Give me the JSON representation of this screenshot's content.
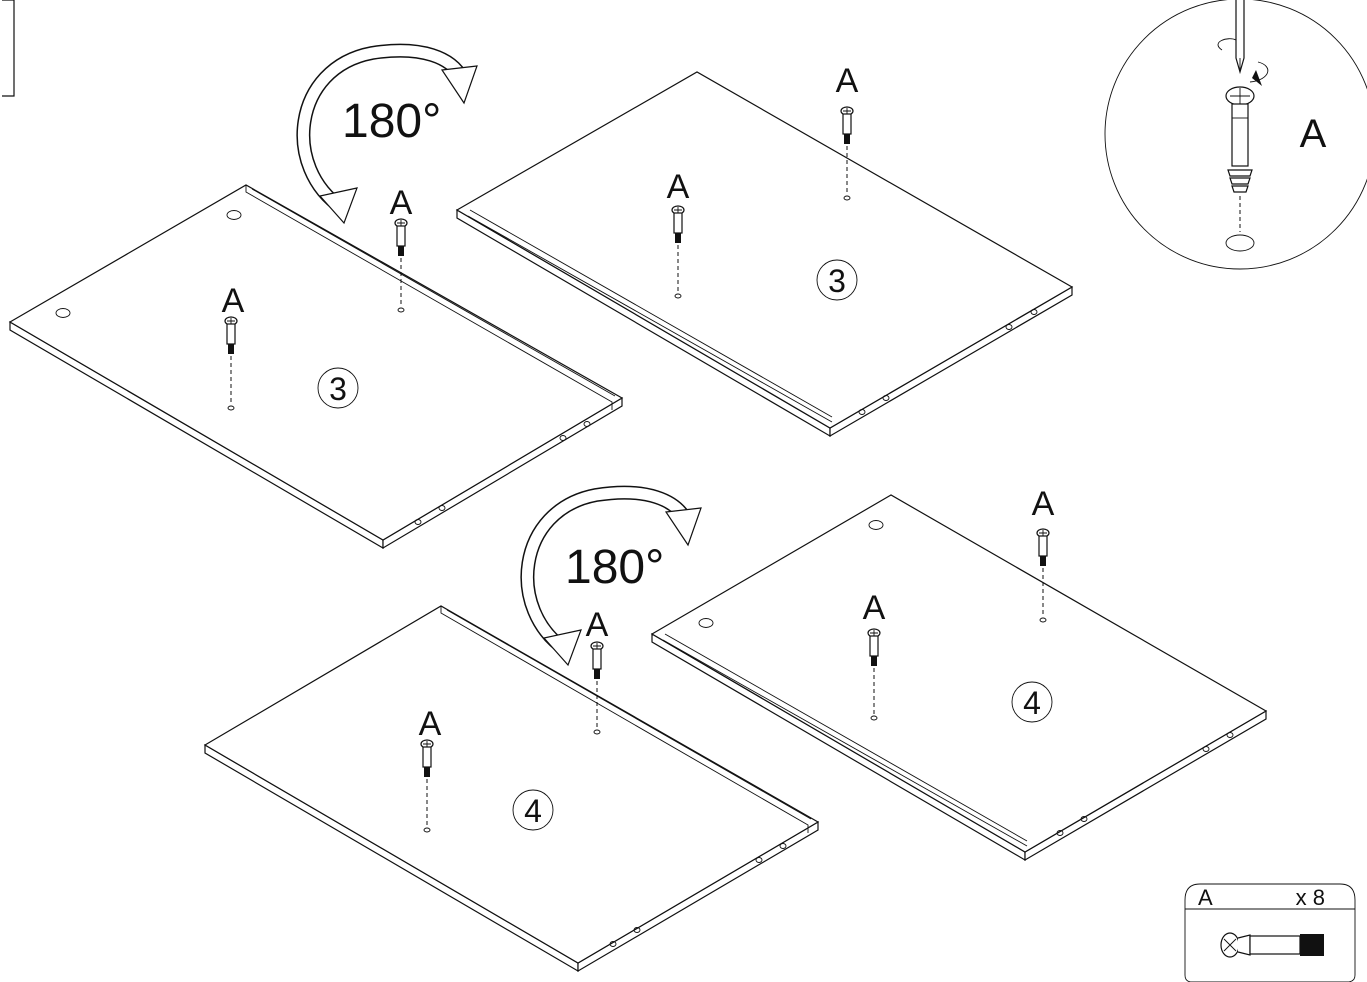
{
  "panels": [
    {
      "id": "panel-3-left",
      "number": "3",
      "part_label": "A"
    },
    {
      "id": "panel-3-right",
      "number": "3",
      "part_label": "A"
    },
    {
      "id": "panel-4-left",
      "number": "4",
      "part_label": "A"
    },
    {
      "id": "panel-4-right",
      "number": "4",
      "part_label": "A"
    }
  ],
  "rotation": {
    "label": "180°"
  },
  "detail": {
    "label": "A"
  },
  "parts_box": {
    "label": "A",
    "quantity": "x 8"
  }
}
